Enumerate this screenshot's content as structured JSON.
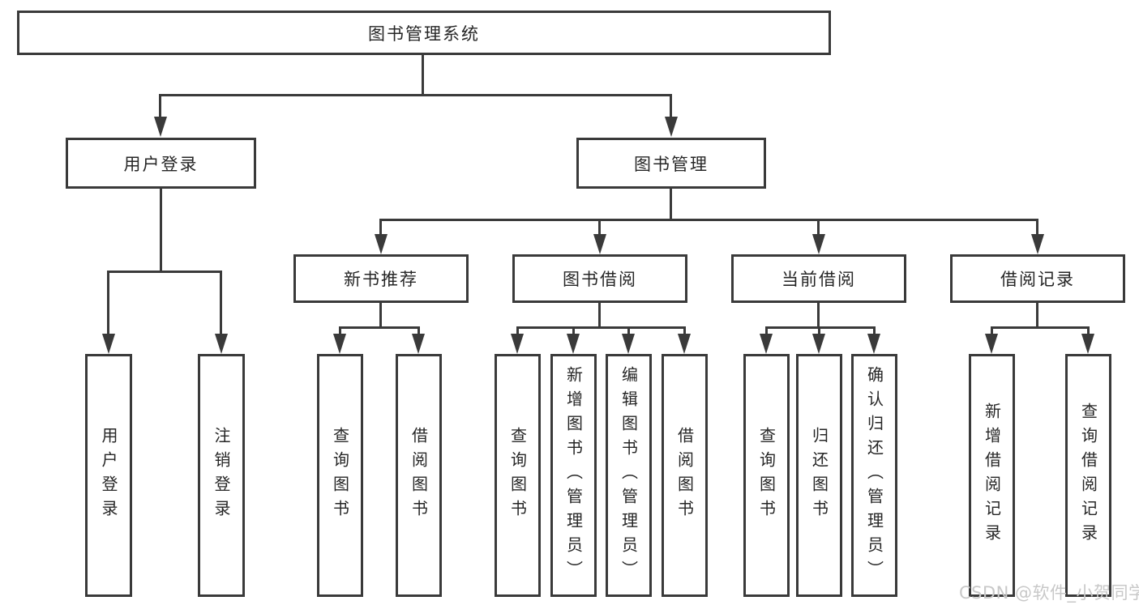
{
  "colors": {
    "line": "#3a3a3a",
    "box_border": "#3a3a3a",
    "box_fill": "#ffffff",
    "text": "#262626",
    "watermark": "#c8c8c8",
    "background": "#ffffff"
  },
  "tree": {
    "root": {
      "label": "图书管理系统"
    },
    "branches": [
      {
        "label": "用户登录",
        "children": [
          {
            "label": "用户登录"
          },
          {
            "label": "注销登录"
          }
        ]
      },
      {
        "label": "图书管理",
        "children": [
          {
            "label": "新书推荐",
            "children": [
              {
                "label": "查询图书"
              },
              {
                "label": "借阅图书"
              }
            ]
          },
          {
            "label": "图书借阅",
            "children": [
              {
                "label": "查询图书"
              },
              {
                "label": "新增图书（管理员）"
              },
              {
                "label": "编辑图书（管理员）"
              },
              {
                "label": "借阅图书"
              }
            ]
          },
          {
            "label": "当前借阅",
            "children": [
              {
                "label": "查询图书"
              },
              {
                "label": "归还图书"
              },
              {
                "label": "确认归还（管理员）"
              }
            ]
          },
          {
            "label": "借阅记录",
            "children": [
              {
                "label": "新增借阅记录"
              },
              {
                "label": "查询借阅记录"
              }
            ]
          }
        ]
      }
    ]
  },
  "watermark": {
    "text": "CSDN @软件_小贺同学"
  }
}
